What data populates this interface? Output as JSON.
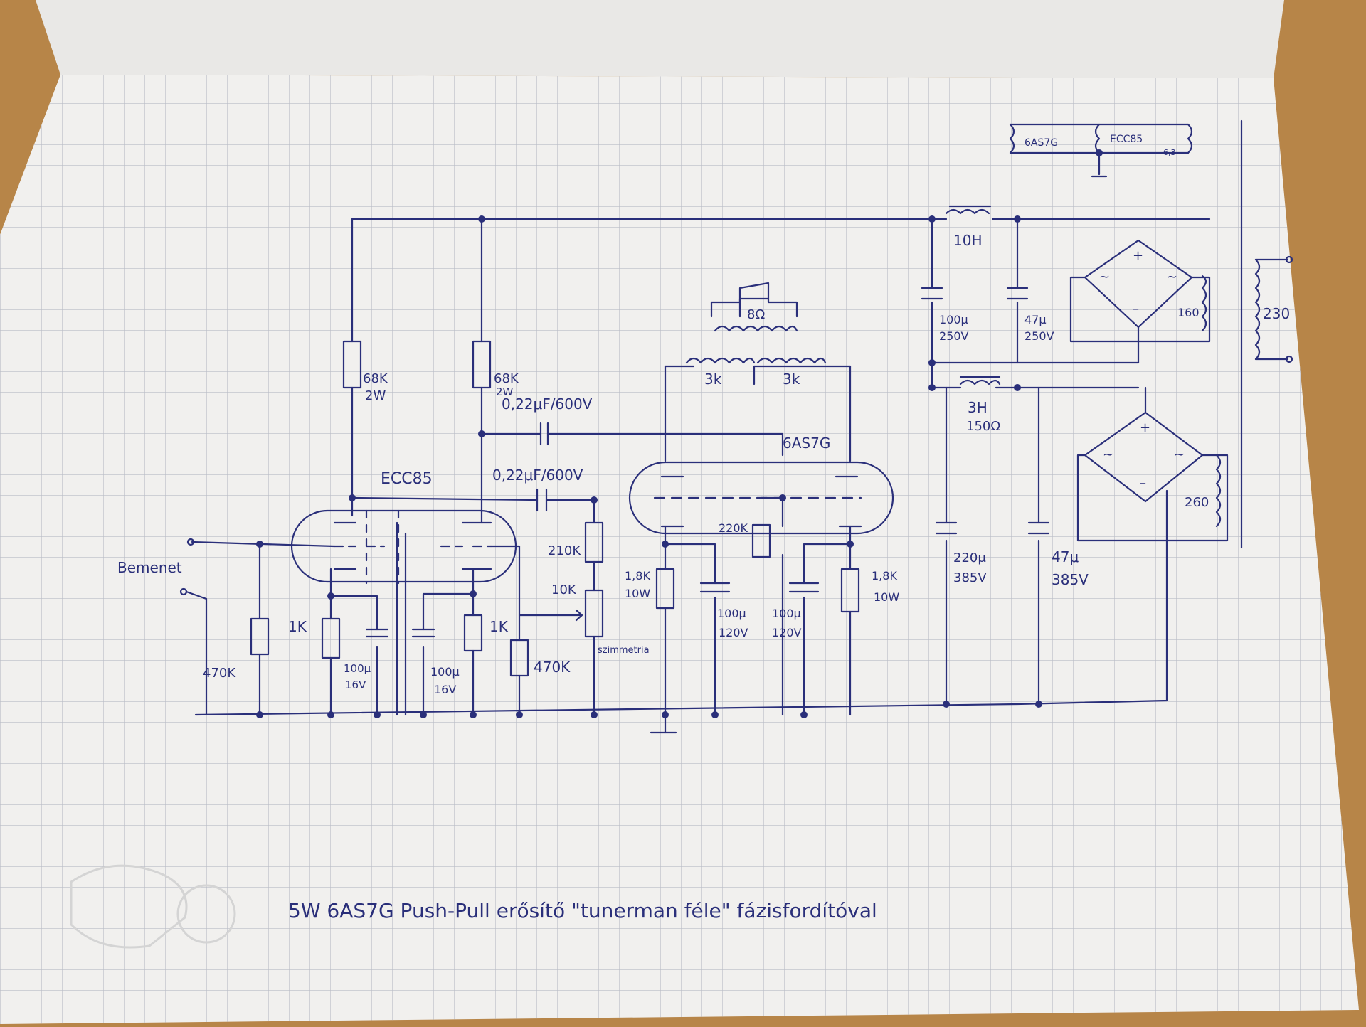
{
  "labels": {
    "tube_driver": "ECC85",
    "tube_power": "6AS7G",
    "heater_6as7g": "6AS7G",
    "heater_ecc85": "ECC85",
    "heater_voltage": "6,3",
    "input": "Bemenet",
    "r_plate_left": "68K",
    "r_plate_left_w": "2W",
    "r_plate_right": "68K",
    "r_plate_right_w": "2W",
    "c_coupling_top": "0,22μF/600V",
    "c_coupling_bottom": "0,22μF/600V",
    "r_input": "470K",
    "r_cathode_left": "1K",
    "c_cathode_left": "100μ",
    "c_cathode_left_v": "16V",
    "c_cathode_right": "100μ",
    "c_cathode_right_v": "16V",
    "r_cathode_right": "1K",
    "r_grid_right": "470K",
    "r_bias": "210K",
    "pot": "10K",
    "pot_label": "szimmetria",
    "r_grid_power": "220K",
    "r_cathode_power_left": "1,8K",
    "r_cathode_power_left_w": "10W",
    "c_cathode_power_left": "100μ",
    "c_cathode_power_left_v": "120V",
    "c_cathode_power_right": "100μ",
    "c_cathode_power_right_v": "120V",
    "r_cathode_power_right": "1,8K",
    "r_cathode_power_right_w": "10W",
    "ot_primary_left": "3k",
    "ot_primary_right": "3k",
    "speaker": "8Ω",
    "choke_top": "10H",
    "c_filter_top_1": "100μ",
    "c_filter_top_1_v": "250V",
    "c_filter_top_2": "47μ",
    "c_filter_top_2_v": "250V",
    "choke_bottom": "3H",
    "choke_bottom_r": "150Ω",
    "c_filter_bot_1": "220μ",
    "c_filter_bot_1_v": "385V",
    "c_filter_bot_2": "47μ",
    "c_filter_bot_2_v": "385V",
    "sec_top": "160",
    "sec_bottom": "260",
    "mains": "230",
    "bridge_plus": "+",
    "bridge_minus": "–",
    "bridge_ac": "~",
    "caption": "5W 6AS7G Push-Pull erősítő \"tunerman féle\" fázisfordítóval"
  },
  "colors": {
    "ink": "#2a2f7a",
    "paper": "#f1f0ee",
    "grid": "#b9bcc6",
    "desk": "#b78548"
  }
}
